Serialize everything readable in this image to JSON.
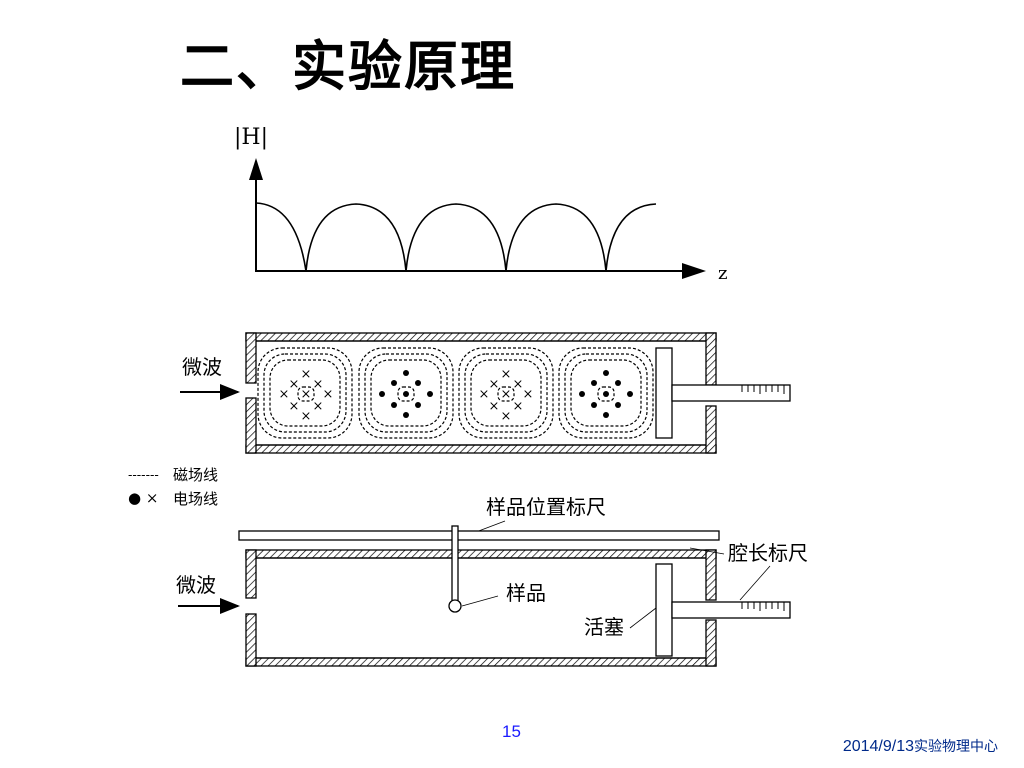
{
  "title": "二、实验原理",
  "graph": {
    "y_axis_label": "|H|",
    "x_axis_label": "z"
  },
  "top_cavity": {
    "microwave_label": "微波"
  },
  "legend": {
    "magnetic_symbol": "-------",
    "magnetic_label": "磁场线",
    "electric_symbol": "● ×",
    "electric_label": "电场线"
  },
  "bottom_cavity": {
    "microwave_label": "微波",
    "sample_position_scale": "样品位置标尺",
    "cavity_length_scale": "腔长标尺",
    "sample_label": "样品",
    "piston_label": "活塞"
  },
  "page_number": "15",
  "footer": {
    "date": "2014/9/13",
    "org": "实验物理中心"
  },
  "colors": {
    "footer_text": "#002a8a",
    "page_number": "#1a1aff",
    "line": "#000000"
  }
}
